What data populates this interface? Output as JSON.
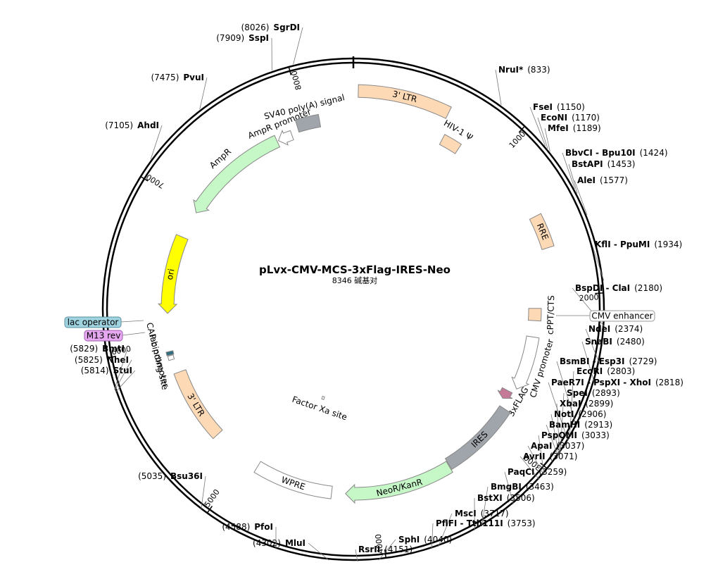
{
  "plasmid": {
    "name": "pLvx-CMV-MCS-3xFlag-IRES-Neo",
    "size_text": "8346 碱基对",
    "length": 8346
  },
  "ticks": [
    "1000",
    "2000",
    "3000",
    "4000",
    "5000",
    "6000",
    "7000",
    "8000"
  ],
  "features": [
    {
      "label": "3' LTR",
      "label_pos": "inside",
      "color": "#fdd9b5"
    },
    {
      "label": "HIV-1 Ψ",
      "label_pos": "outside",
      "color": "#fdd9b5"
    },
    {
      "label": "RRE",
      "label_pos": "inside",
      "color": "#fdd9b5"
    },
    {
      "label": "cPPT/CTS",
      "label_pos": "outside",
      "color": "#fdd9b5"
    },
    {
      "label": "CMV promoter",
      "label_pos": "outside",
      "color": "#ffffff"
    },
    {
      "label": "3xFLAG",
      "label_pos": "outside",
      "color": "#c47a96"
    },
    {
      "label": "IRES",
      "label_pos": "inside",
      "color": "#a0a4ab"
    },
    {
      "label": "NeoR/KanR",
      "label_pos": "inside",
      "color": "#c6f7c6"
    },
    {
      "label": "WPRE",
      "label_pos": "inside",
      "color": "#ffffff"
    },
    {
      "label": "Factor Xa site",
      "label_pos": "outside",
      "color": "#ffffff"
    },
    {
      "label": "3' LTR",
      "label_pos": "inside",
      "color": "#fdd9b5"
    },
    {
      "label": "lac promoter",
      "label_pos": "outside",
      "color": "#ffffff"
    },
    {
      "label": "CAP binding site",
      "label_pos": "outside",
      "color": "#2f6f80"
    },
    {
      "label": "ori",
      "label_pos": "inside",
      "color": "#ffff00"
    },
    {
      "label": "AmpR",
      "label_pos": "outside",
      "color": "#c6f7c6"
    },
    {
      "label": "AmpR promoter",
      "label_pos": "outside",
      "color": "#ffffff"
    },
    {
      "label": "SV40 poly(A) signal",
      "label_pos": "outside",
      "color": "#a0a4ab"
    }
  ],
  "sites": [
    {
      "name": "NruI*",
      "pos": "(833)",
      "gray": true
    },
    {
      "name": "FseI",
      "pos": "(1150)"
    },
    {
      "name": "EcoNI",
      "pos": "(1170)"
    },
    {
      "name": "MfeI",
      "pos": "(1189)"
    },
    {
      "name": "BbvCI - Bpu10I",
      "pos": "(1424)"
    },
    {
      "name": "BstAPI",
      "pos": "(1453)"
    },
    {
      "name": "AleI",
      "pos": "(1577)"
    },
    {
      "name": "KflI - PpuMI",
      "pos": "(1934)"
    },
    {
      "name": "BspDI - ClaI",
      "pos": "(2180)"
    },
    {
      "name": "NdeI",
      "pos": "(2374)"
    },
    {
      "name": "SnaBI",
      "pos": "(2480)"
    },
    {
      "name": "BsmBI - Esp3I",
      "pos": "(2729)"
    },
    {
      "name": "EcoRI",
      "pos": "(2803)"
    },
    {
      "name": "PaeR7I - PspXI - XhoI",
      "pos": "(2818)"
    },
    {
      "name": "SpeI",
      "pos": "(2893)"
    },
    {
      "name": "XbaI",
      "pos": "(2899)"
    },
    {
      "name": "NotI",
      "pos": "(2906)"
    },
    {
      "name": "BamHI",
      "pos": "(2913)"
    },
    {
      "name": "PspOMI",
      "pos": "(3033)"
    },
    {
      "name": "ApaI",
      "pos": "(3037)"
    },
    {
      "name": "AvrII",
      "pos": "(3071)"
    },
    {
      "name": "PaqCI",
      "pos": "(3259)"
    },
    {
      "name": "BmgBI",
      "pos": "(3463)"
    },
    {
      "name": "BstXI",
      "pos": "(3506)"
    },
    {
      "name": "MscI",
      "pos": "(3717)"
    },
    {
      "name": "PflFI - Tth111I",
      "pos": "(3753)"
    },
    {
      "name": "SphI",
      "pos": "(4040)"
    },
    {
      "name": "RsrII",
      "pos": "(4151)"
    },
    {
      "name": "MluI",
      "pos": "(4302)"
    },
    {
      "name": "PfoI",
      "pos": "(4588)"
    },
    {
      "name": "Bsu36I",
      "pos": "(5035)"
    },
    {
      "name": "StuI",
      "pos": "(5814)"
    },
    {
      "name": "NheI",
      "pos": "(5825)"
    },
    {
      "name": "BmtI",
      "pos": "(5829)"
    },
    {
      "name": "AhdI",
      "pos": "(7105)"
    },
    {
      "name": "PvuI",
      "pos": "(7475)"
    },
    {
      "name": "SspI",
      "pos": "(7909)"
    },
    {
      "name": "SgrDI",
      "pos": "(8026)"
    }
  ],
  "boxed_labels": [
    {
      "label": "CMV enhancer",
      "fill": "#ffffff",
      "stroke": "#999999"
    },
    {
      "label": "lac operator",
      "fill": "#9fd3e0",
      "stroke": "#5a8fa0"
    },
    {
      "label": "M13 rev",
      "fill": "#e6a8f0",
      "stroke": "#a060b0"
    }
  ]
}
